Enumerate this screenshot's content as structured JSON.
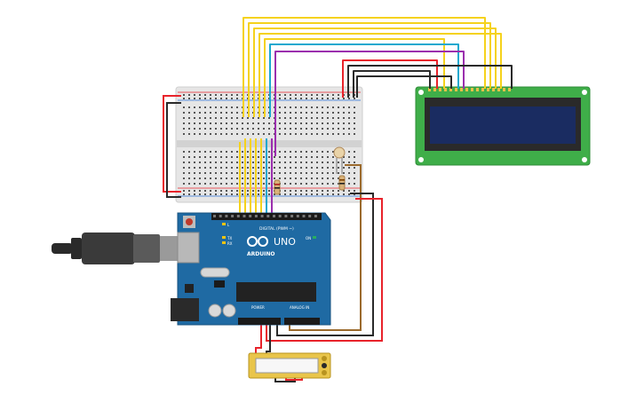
{
  "board": {
    "brand": "ARDUINO",
    "model": "UNO",
    "digital_header_label": "DIGITAL (PWM ~)",
    "power_label": "POWER",
    "analog_label": "ANALOG IN",
    "tx_label": "TX",
    "rx_label": "RX",
    "l_label": "L",
    "on_label": "ON"
  },
  "colors": {
    "yellow_wire": "#f5d21c",
    "cyan_wire": "#1aa8cf",
    "purple_wire": "#9b2fae",
    "red_wire": "#e8232b",
    "black_wire": "#2a2a2a",
    "brown_wire": "#9b6a2c",
    "board_blue": "#1f6aa3",
    "lcd_green": "#3fae49",
    "lcd_screen": "#1a2c61",
    "breadboard": "#e6e6e6",
    "usb_gray": "#9a9a9a",
    "battery_yellow": "#e9c54a"
  }
}
